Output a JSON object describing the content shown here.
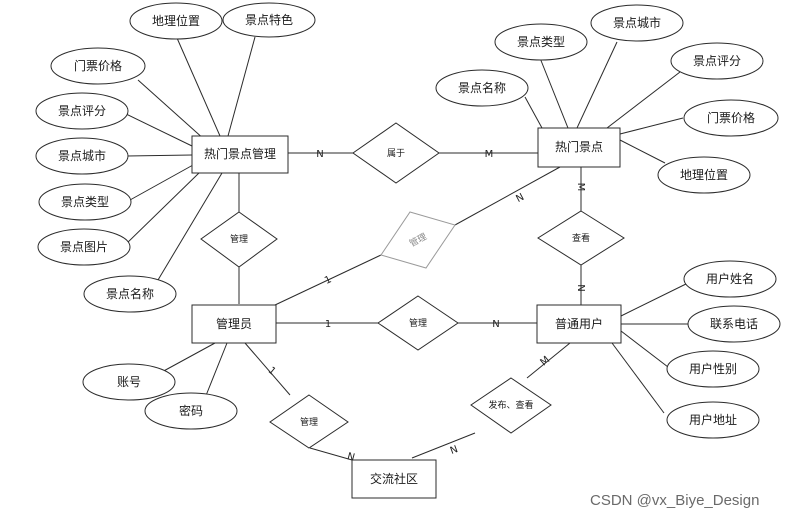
{
  "entities": {
    "hot_spot_mgmt": "热门景点管理",
    "hot_spot": "热门景点",
    "admin": "管理员",
    "user": "普通用户",
    "community": "交流社区"
  },
  "relationships": {
    "belongs": "属于",
    "admin_manage_hsm": "管理",
    "admin_manage_hs": "管理",
    "view": "查看",
    "admin_manage_user": "管理",
    "admin_manage_comm": "管理",
    "publish_view": "发布、查看"
  },
  "attributes": {
    "hsm": [
      "地理位置",
      "景点特色",
      "门票价格",
      "景点评分",
      "景点城市",
      "景点类型",
      "景点图片",
      "景点名称"
    ],
    "hs": [
      "景点类型",
      "景点城市",
      "景点名称",
      "景点评分",
      "门票价格",
      "地理位置"
    ],
    "admin": [
      "账号",
      "密码"
    ],
    "user": [
      "用户姓名",
      "联系电话",
      "用户性别",
      "用户地址"
    ]
  },
  "cardinalities": {
    "hsm_belongs": "N",
    "belongs_hs": "M",
    "hs_view": "M",
    "view_user": "N",
    "admin_hs": "N",
    "admin_hs_one": "1",
    "admin_user_one": "1",
    "admin_user_n": "N",
    "admin_comm_one": "1",
    "admin_comm_n": "N",
    "user_comm_m": "M",
    "user_comm_n": "N"
  },
  "watermark": "CSDN @vx_Biye_Design"
}
